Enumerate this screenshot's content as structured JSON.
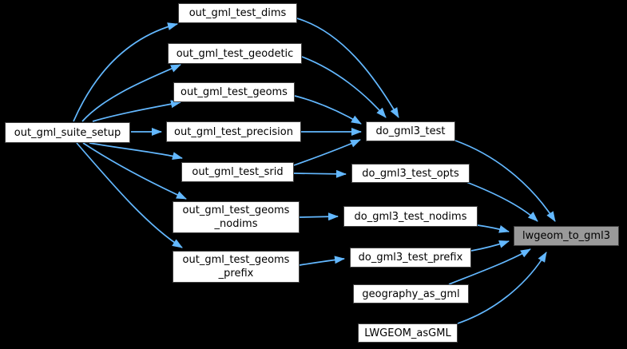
{
  "diagram": {
    "type": "call-graph",
    "colors": {
      "background": "#000000",
      "edge": "#63b8ff",
      "node_fill": "#ffffff",
      "node_border": "#404040",
      "node_text": "#000000",
      "highlight_fill": "#999999"
    },
    "nodes": {
      "out_gml_suite_setup": {
        "label": "out_gml_suite_setup",
        "highlighted": false
      },
      "out_gml_test_dims": {
        "label": "out_gml_test_dims",
        "highlighted": false
      },
      "out_gml_test_geodetic": {
        "label": "out_gml_test_geodetic",
        "highlighted": false
      },
      "out_gml_test_geoms": {
        "label": "out_gml_test_geoms",
        "highlighted": false
      },
      "out_gml_test_precision": {
        "label": "out_gml_test_precision",
        "highlighted": false
      },
      "out_gml_test_srid": {
        "label": "out_gml_test_srid",
        "highlighted": false
      },
      "out_gml_test_geoms_nodims": {
        "label": "out_gml_test_geoms\n_nodims",
        "highlighted": false
      },
      "out_gml_test_geoms_prefix": {
        "label": "out_gml_test_geoms\n_prefix",
        "highlighted": false
      },
      "do_gml3_test": {
        "label": "do_gml3_test",
        "highlighted": false
      },
      "do_gml3_test_opts": {
        "label": "do_gml3_test_opts",
        "highlighted": false
      },
      "do_gml3_test_nodims": {
        "label": "do_gml3_test_nodims",
        "highlighted": false
      },
      "do_gml3_test_prefix": {
        "label": "do_gml3_test_prefix",
        "highlighted": false
      },
      "geography_as_gml": {
        "label": "geography_as_gml",
        "highlighted": false
      },
      "LWGEOM_asGML": {
        "label": "LWGEOM_asGML",
        "highlighted": false
      },
      "lwgeom_to_gml3": {
        "label": "lwgeom_to_gml3",
        "highlighted": true
      }
    },
    "edges": [
      {
        "from": "out_gml_suite_setup",
        "to": "out_gml_test_dims"
      },
      {
        "from": "out_gml_suite_setup",
        "to": "out_gml_test_geodetic"
      },
      {
        "from": "out_gml_suite_setup",
        "to": "out_gml_test_geoms"
      },
      {
        "from": "out_gml_suite_setup",
        "to": "out_gml_test_precision"
      },
      {
        "from": "out_gml_suite_setup",
        "to": "out_gml_test_srid"
      },
      {
        "from": "out_gml_suite_setup",
        "to": "out_gml_test_geoms_nodims"
      },
      {
        "from": "out_gml_suite_setup",
        "to": "out_gml_test_geoms_prefix"
      },
      {
        "from": "out_gml_test_dims",
        "to": "do_gml3_test"
      },
      {
        "from": "out_gml_test_geodetic",
        "to": "do_gml3_test"
      },
      {
        "from": "out_gml_test_geoms",
        "to": "do_gml3_test"
      },
      {
        "from": "out_gml_test_precision",
        "to": "do_gml3_test"
      },
      {
        "from": "out_gml_test_srid",
        "to": "do_gml3_test"
      },
      {
        "from": "out_gml_test_srid",
        "to": "do_gml3_test_opts"
      },
      {
        "from": "out_gml_test_geoms_nodims",
        "to": "do_gml3_test_nodims"
      },
      {
        "from": "out_gml_test_geoms_prefix",
        "to": "do_gml3_test_prefix"
      },
      {
        "from": "do_gml3_test",
        "to": "lwgeom_to_gml3"
      },
      {
        "from": "do_gml3_test_opts",
        "to": "lwgeom_to_gml3"
      },
      {
        "from": "do_gml3_test_nodims",
        "to": "lwgeom_to_gml3"
      },
      {
        "from": "do_gml3_test_prefix",
        "to": "lwgeom_to_gml3"
      },
      {
        "from": "geography_as_gml",
        "to": "lwgeom_to_gml3"
      },
      {
        "from": "LWGEOM_asGML",
        "to": "lwgeom_to_gml3"
      }
    ]
  }
}
